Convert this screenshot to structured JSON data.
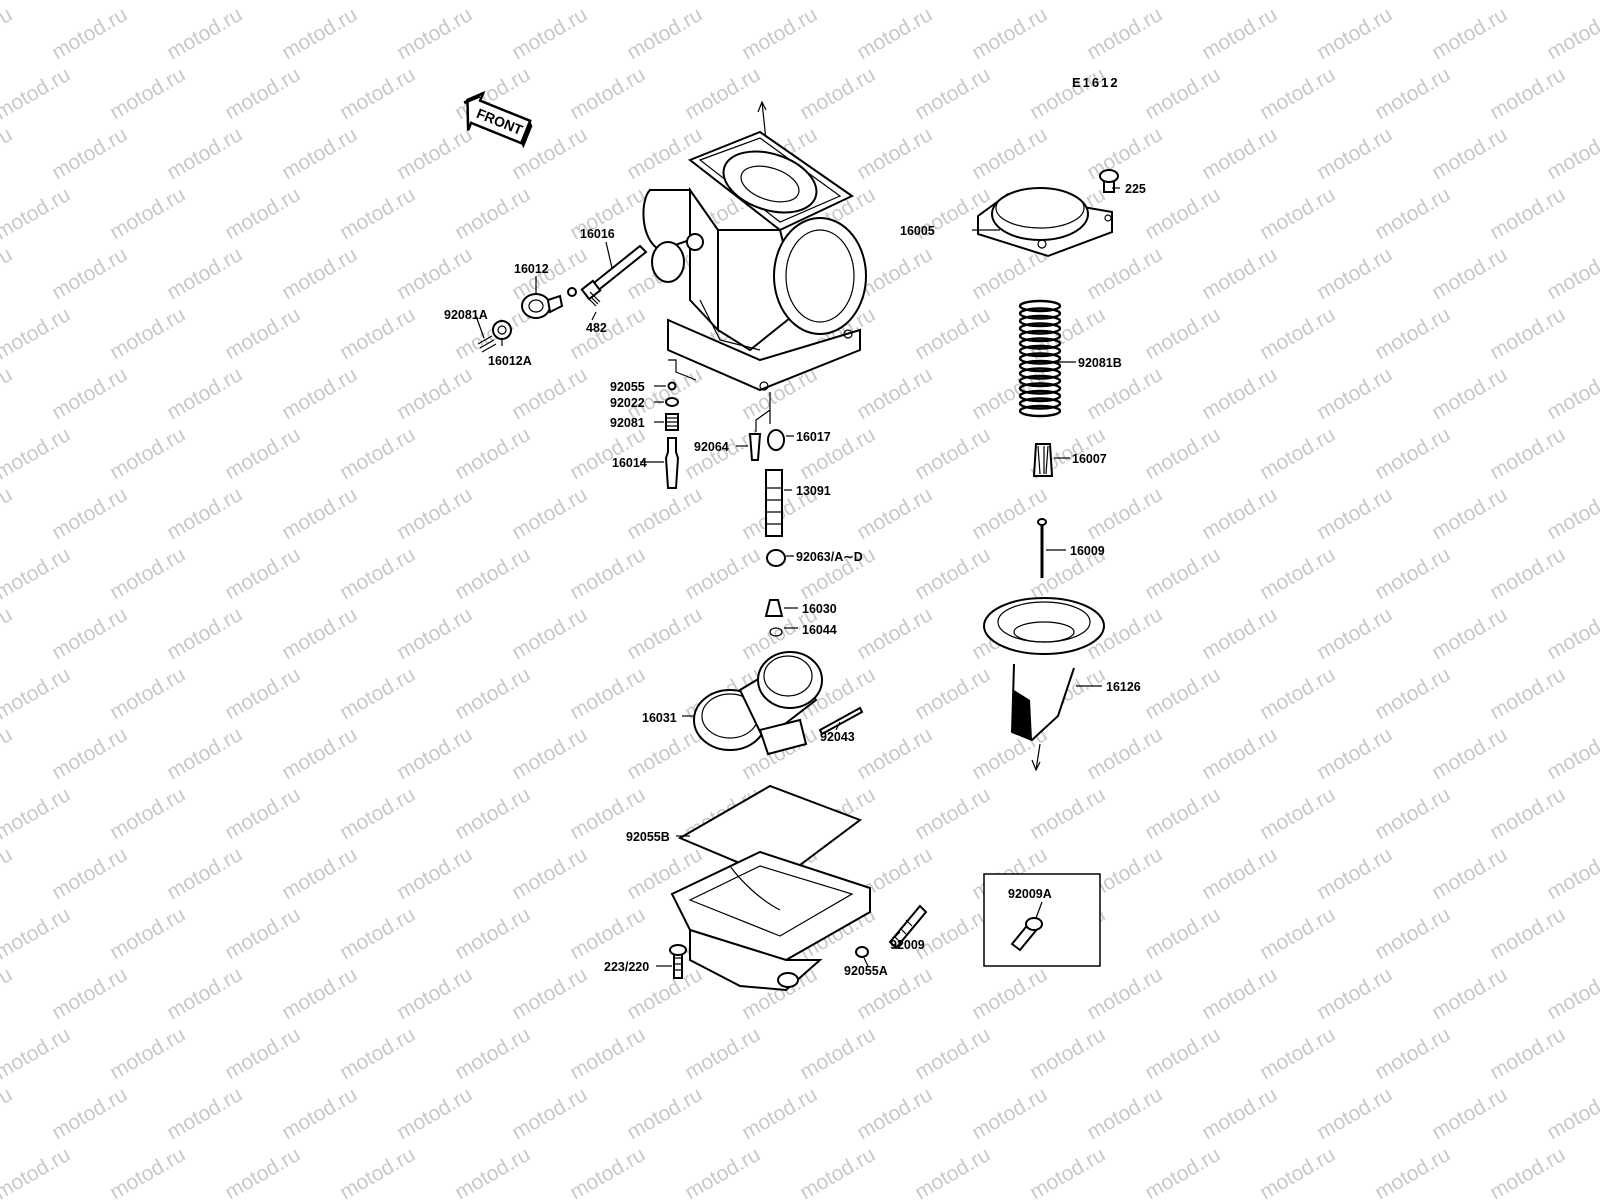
{
  "diagram": {
    "code": "E1612",
    "front_label": "FRONT",
    "watermark": "motod.ru",
    "parts": {
      "p225": "225",
      "p16005": "16005",
      "p16016": "16016",
      "p16012": "16012",
      "p92081A": "92081A",
      "p482": "482",
      "p16012A": "16012A",
      "p92081B": "92081B",
      "p92055": "92055",
      "p92022": "92022",
      "p92081": "92081",
      "p92064": "92064",
      "p16017": "16017",
      "p16014": "16014",
      "p16007": "16007",
      "p13091": "13091",
      "p16009": "16009",
      "p92063": "92063/A∼D",
      "p16030": "16030",
      "p16044": "16044",
      "p16126": "16126",
      "p16031": "16031",
      "p92043": "92043",
      "p92055B": "92055B",
      "p92009A": "92009A",
      "p92009": "92009",
      "p223": "223/220",
      "p92055A": "92055A"
    }
  }
}
